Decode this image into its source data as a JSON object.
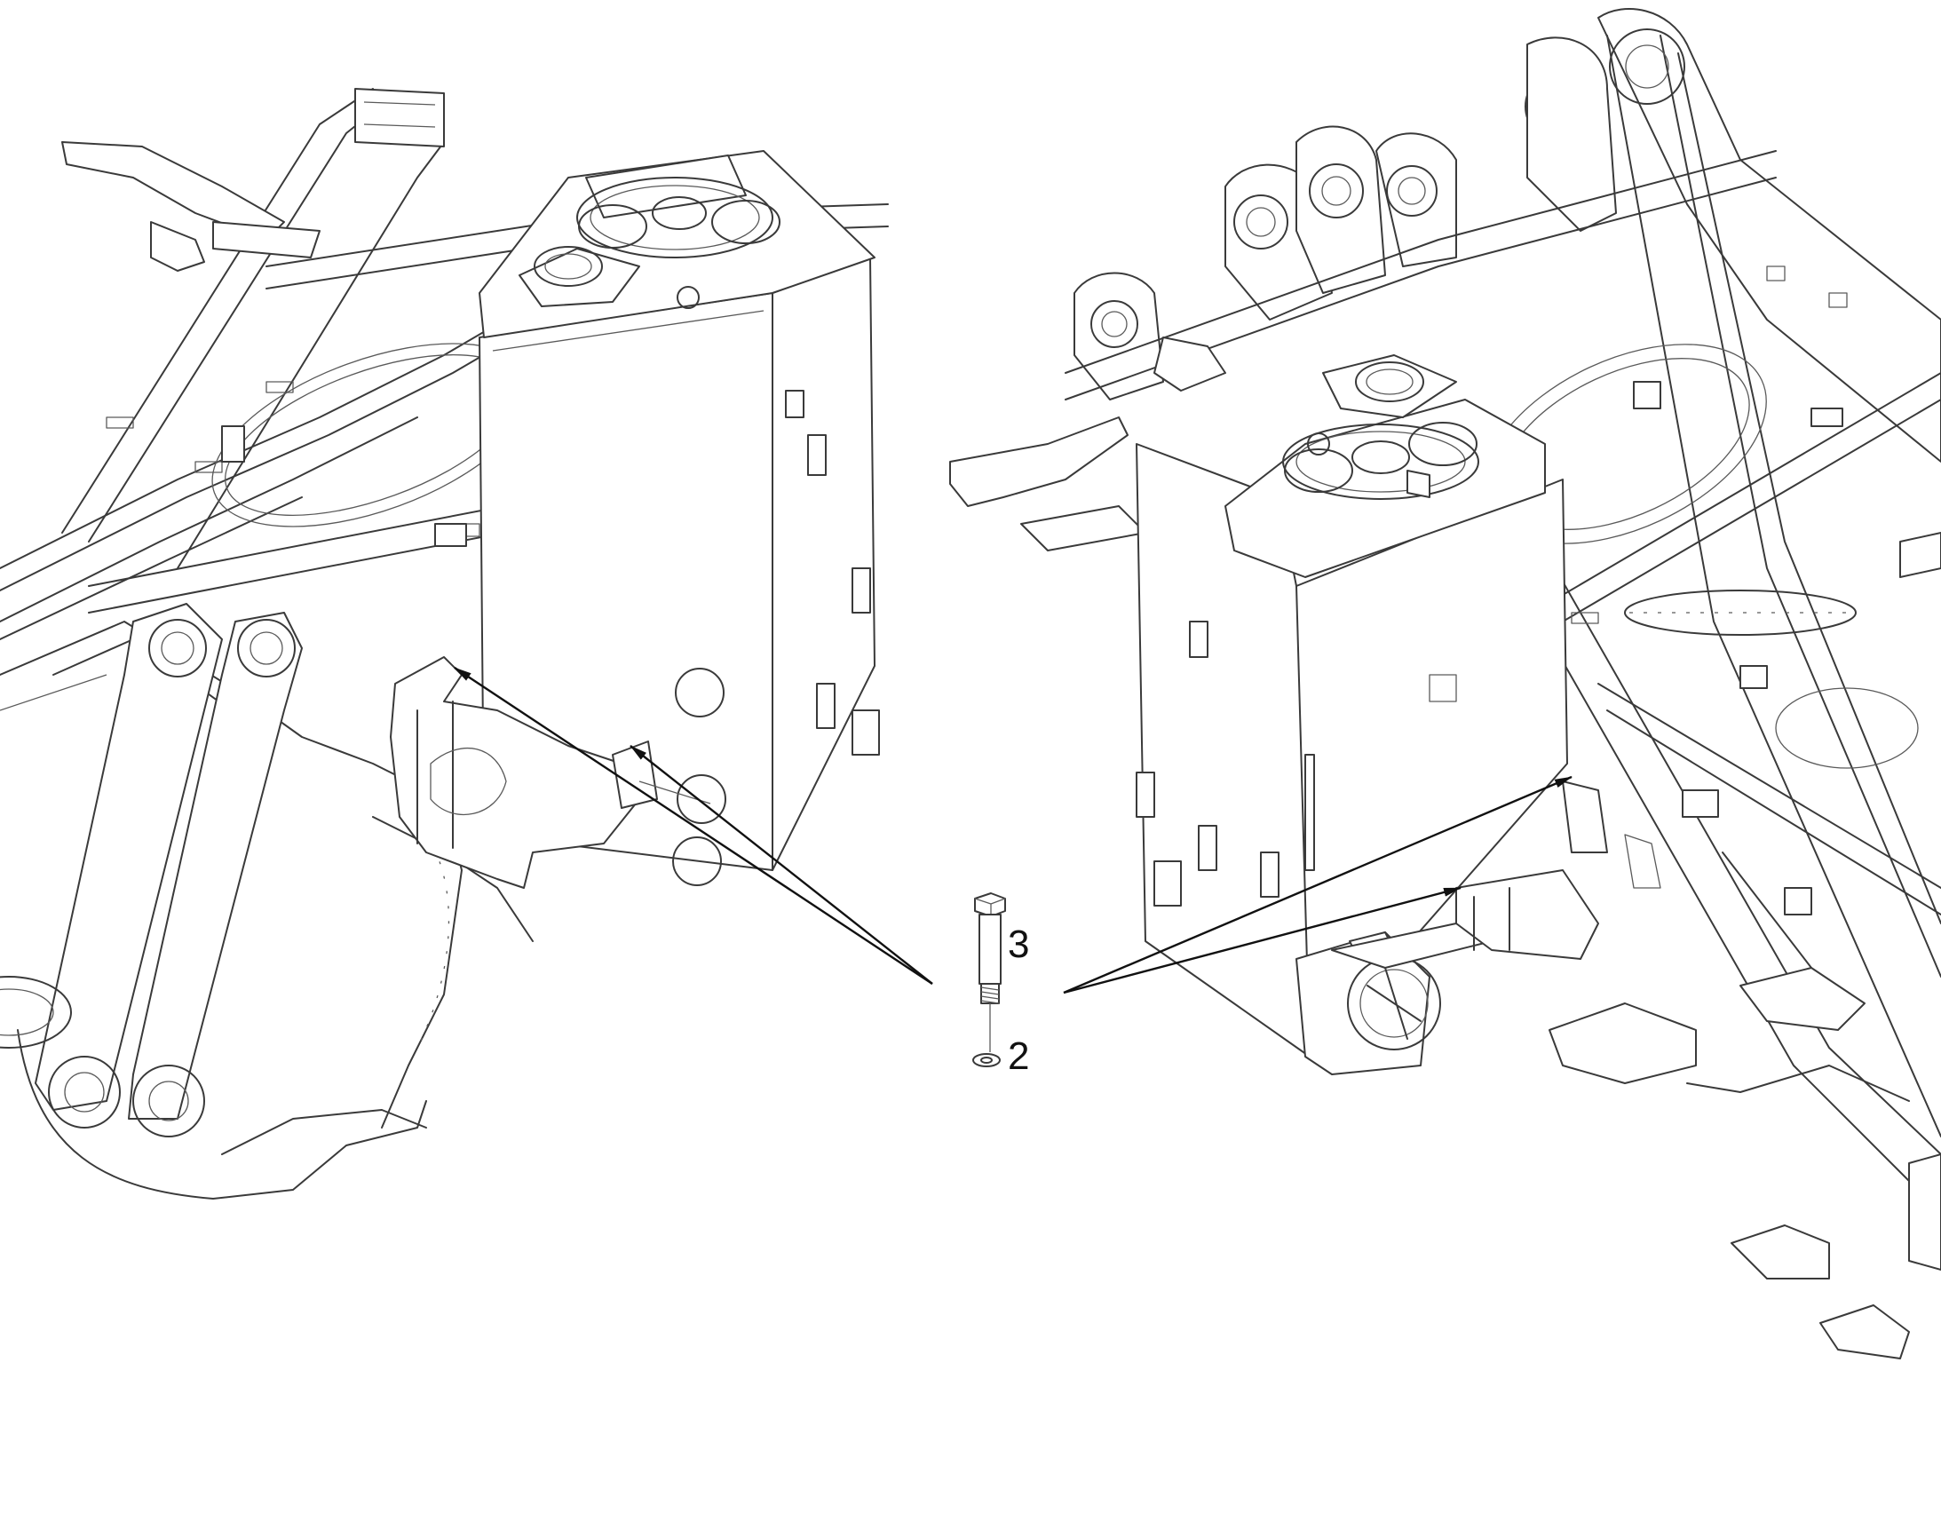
{
  "callouts": [
    {
      "id": "bolt",
      "label": "3"
    },
    {
      "id": "washer",
      "label": "2"
    }
  ],
  "icons": [
    "hex-bolt-icon",
    "lock-washer-icon"
  ],
  "colors": {
    "linework": "#3a3a3a",
    "leaders": "#111111",
    "background": "#ffffff"
  }
}
